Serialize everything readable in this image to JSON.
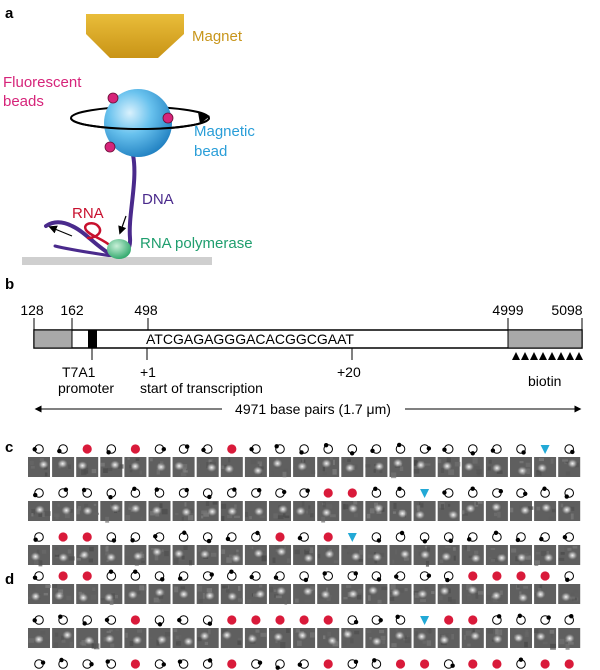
{
  "panel_a": {
    "letter": "a",
    "magnet": "Magnet",
    "fluorescent": [
      "Fluorescent",
      "beads"
    ],
    "magnetic": [
      "Magnetic",
      "bead"
    ],
    "dna": "DNA",
    "rna": "RNA",
    "polymerase": "RNA polymerase"
  },
  "panel_b": {
    "letter": "b",
    "positions": [
      "128",
      "162",
      "498",
      "4999",
      "5098"
    ],
    "sequence": "ATCGAGAGGGACACGGCGAAT",
    "promoter": [
      "T7A1",
      "promoter"
    ],
    "plus1": "+1",
    "start": "start of transcription",
    "plus20": "+20",
    "biotin": "biotin",
    "length": "4971 base pairs (1.7 μm)"
  },
  "panel_c": {
    "letter": "c",
    "rows": [
      {
        "markers": [
          "ro",
          "ro",
          "r",
          "ro",
          "r",
          "ro",
          "ro",
          "ro",
          "r",
          "ro",
          "ro",
          "ro",
          "ro",
          "ro",
          "ro",
          "ro",
          "ro",
          "ro",
          "ro",
          "ro",
          "ro",
          "t",
          "ro"
        ]
      },
      {
        "markers": [
          "ro",
          "ro",
          "ro",
          "ro",
          "ro",
          "ro",
          "ro",
          "ro",
          "ro",
          "ro",
          "ro",
          "ro",
          "r",
          "r",
          "ro",
          "ro",
          "t",
          "ro",
          "ro",
          "ro",
          "ro",
          "ro",
          "ro"
        ]
      },
      {
        "markers": [
          "ro",
          "r",
          "r",
          "ro",
          "ro",
          "ro",
          "ro",
          "ro",
          "ro",
          "ro",
          "r",
          "ro",
          "r",
          "t",
          "ro",
          "ro",
          "ro",
          "ro",
          "ro",
          "ro",
          "ro",
          "ro",
          "ro"
        ]
      }
    ]
  },
  "panel_d": {
    "letter": "d",
    "rows": [
      {
        "markers": [
          "ro",
          "r",
          "r",
          "ro",
          "ro",
          "ro",
          "ro",
          "ro",
          "ro",
          "ro",
          "ro",
          "ro",
          "ro",
          "ro",
          "ro",
          "ro",
          "ro",
          "ro",
          "r",
          "r",
          "r",
          "r",
          "ro"
        ]
      },
      {
        "markers": [
          "ro",
          "ro",
          "ro",
          "ro",
          "r",
          "ro",
          "ro",
          "ro",
          "r",
          "r",
          "r",
          "r",
          "r",
          "ro",
          "ro",
          "ro",
          "t",
          "r",
          "r",
          "ro",
          "ro",
          "ro",
          "ro"
        ]
      },
      {
        "markers": [
          "ro",
          "ro",
          "ro",
          "ro",
          "r",
          "ro",
          "ro",
          "ro",
          "r",
          "ro",
          "ro",
          "ro",
          "r",
          "ro",
          "ro",
          "r",
          "r",
          "ro",
          "r",
          "r",
          "ro",
          "r",
          "r"
        ]
      }
    ]
  },
  "colors": {
    "magnet": "#D9A61C",
    "magnet_text": "#C8961C",
    "fluor": "#D6247A",
    "bead_text": "#2A9ED8",
    "dna": "#4A2A8C",
    "rna": "#C8102E",
    "polymerase": "#1F9E6E",
    "marker_red": "#D91A3A",
    "marker_cyan": "#22A9D6"
  }
}
